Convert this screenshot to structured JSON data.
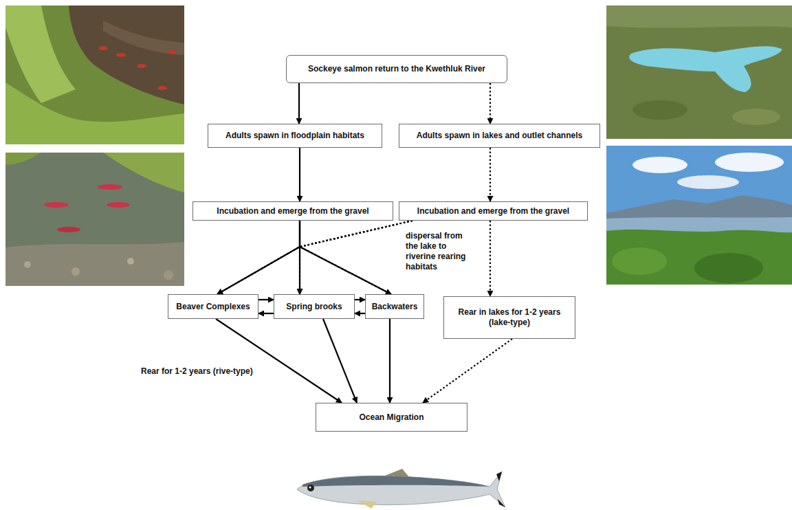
{
  "diagram": {
    "nodes": [
      {
        "text": [
          "Sockeye salmon return to the Kwethluk River"
        ]
      },
      {
        "text": [
          "Adults spawn in floodplain habitats"
        ]
      },
      {
        "text": [
          "Adults spawn in lakes and outlet channels"
        ]
      },
      {
        "text": [
          "Incubation and emerge from the gravel"
        ]
      },
      {
        "text": [
          "Incubation and emerge from the gravel"
        ]
      },
      {
        "text": [
          "Beaver Complexes"
        ]
      },
      {
        "text": [
          "Spring brooks"
        ]
      },
      {
        "text": [
          "Backwaters"
        ]
      },
      {
        "text": [
          "Rear in lakes for 1-2 years (lake-type)"
        ]
      },
      {
        "text": [
          "Ocean Migration"
        ]
      }
    ],
    "edges": [
      {
        "from": 0,
        "to": 1,
        "arrow": "to"
      },
      {
        "from": 0,
        "to": 2,
        "arrow": "to"
      },
      {
        "from": 1,
        "to": 3,
        "arrow": "to"
      },
      {
        "from": 2,
        "to": 4,
        "arrow": "to"
      },
      {
        "from": 3,
        "to": 5,
        "arrow": "to"
      },
      {
        "from": 3,
        "to": 6,
        "arrow": "to"
      },
      {
        "from": 3,
        "to": 7,
        "arrow": "to"
      },
      {
        "from": 4,
        "to": 5,
        "arrow": "to"
      },
      {
        "from": 4,
        "to": 6,
        "arrow": "to"
      },
      {
        "from": 4,
        "to": 7,
        "arrow": "to"
      },
      {
        "from": 4,
        "to": 8,
        "arrow": "to"
      },
      {
        "from": 5,
        "to": 6,
        "arrow": "to"
      },
      {
        "from": 6,
        "to": 5,
        "arrow": "to"
      },
      {
        "from": 6,
        "to": 7,
        "arrow": "to"
      },
      {
        "from": 7,
        "to": 6,
        "arrow": "to"
      },
      {
        "from": 5,
        "to": 9,
        "arrow": "to"
      },
      {
        "from": 6,
        "to": 9,
        "arrow": "to"
      },
      {
        "from": 7,
        "to": 9,
        "arrow": "to"
      },
      {
        "from": 8,
        "to": 9,
        "arrow": "to"
      }
    ],
    "labels": [
      "dispersal from the lake to riverine rearing habitats",
      "Rear for 1-2 years (rive-type)"
    ]
  }
}
